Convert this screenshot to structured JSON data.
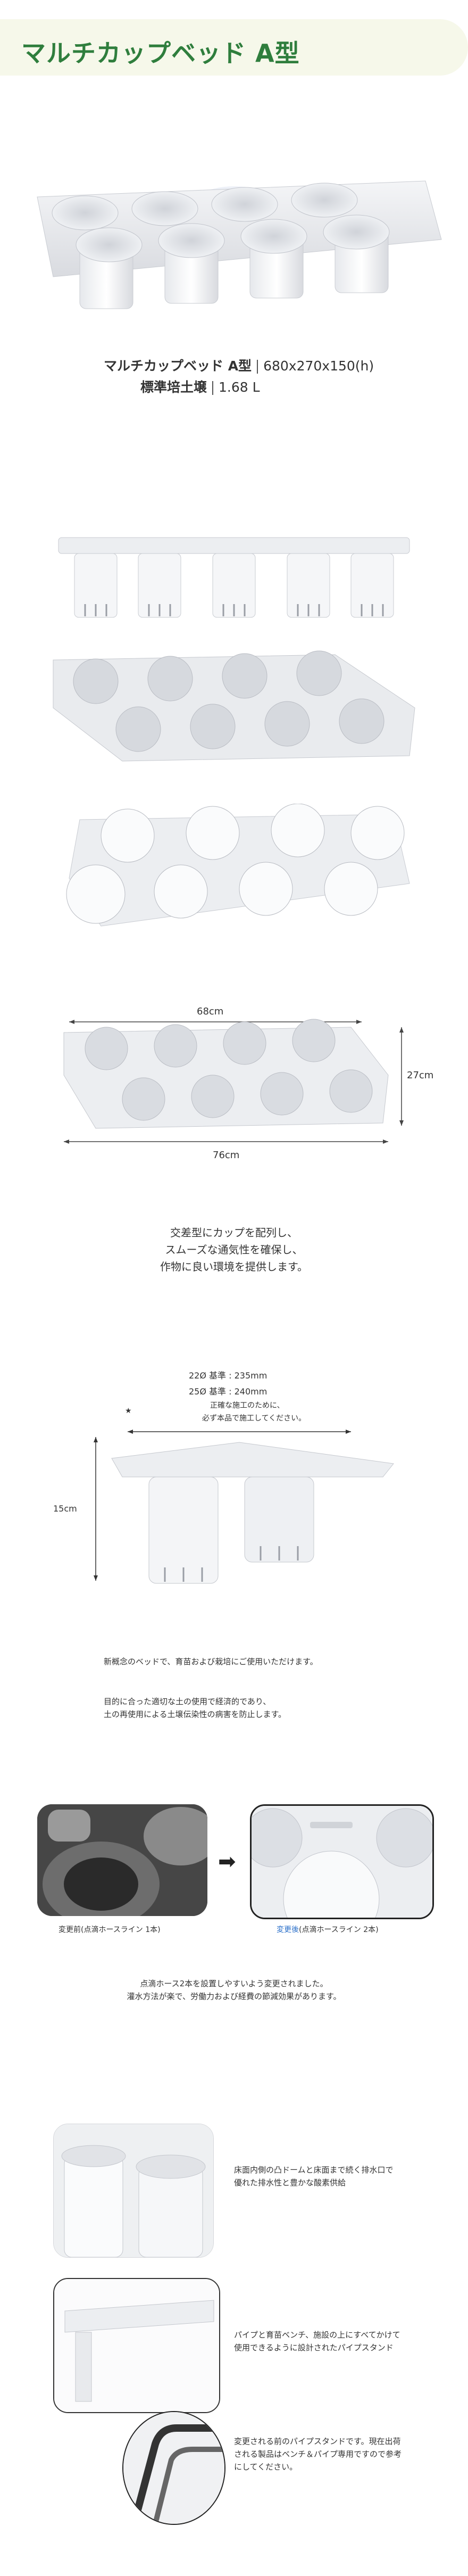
{
  "title": "マルチカップベッド A型",
  "spec": {
    "name": "マルチカップベッド A型",
    "size": "680x270x150(h)",
    "soil_label": "標準培土壌",
    "soil_value": "1.68 L"
  },
  "dims": {
    "width_top": "68cm",
    "width_bottom": "76cm",
    "depth": "27cm"
  },
  "feature1": {
    "line1": "交差型にカップを配列し、",
    "line2": "スムーズな通気性を確保し、",
    "line3": "作物に良い環境を提供します。"
  },
  "cross_section": {
    "std22": "22Ø 基準 : 235mm",
    "std25": "25Ø 基準 : 240mm",
    "note1": "正確な施工のために、",
    "note2": "必ず本品で施工してください。",
    "height": "15cm"
  },
  "desc1": "新概念のベッドで、育苗および栽培にご使用いただけます。",
  "desc2": {
    "line1": "目的に合った適切な土の使用で経済的であり、",
    "line2": "土の再使用による土壌伝染性の病害を防止します。"
  },
  "compare": {
    "before": "変更前(点滴ホースライン 1本)",
    "after_prefix": "変更後",
    "after_rest": "(点滴ホースライン 2本)",
    "after_color": "#2a6fc9"
  },
  "desc3": {
    "line1": "点滴ホース2本を設置しやすいよう変更されました。",
    "line2": "灌水方法が楽で、労働力および経費の節減効果があります。"
  },
  "detail1": {
    "line1": "床面内側の凸ドームと床面まで続く排水口で",
    "line2": "優れた排水性と豊かな酸素供給"
  },
  "detail2": {
    "line1": "パイプと育苗ベンチ、施設の上にすべてかけて",
    "line2": "使用できるように設計されたパイプスタンド"
  },
  "detail3": {
    "line1": "変更される前のパイプスタンドです。現在出荷",
    "line2": "される製品はベンチ＆パイプ専用ですので参考",
    "line3": "にしてください。"
  },
  "colors": {
    "accent": "#2f7e3d",
    "banner": "#f6f8ea"
  }
}
